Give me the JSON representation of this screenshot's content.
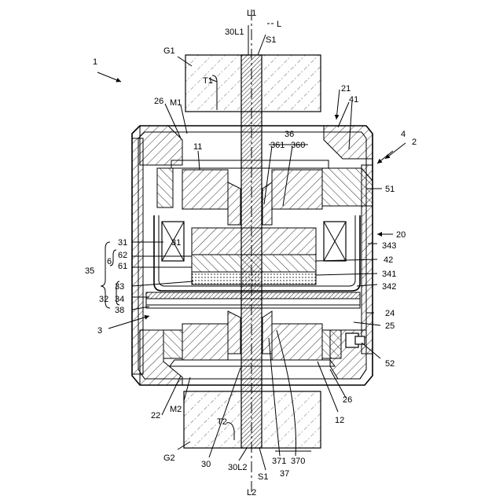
{
  "labels": {
    "L1": "L1",
    "L": "L",
    "L2": "L2",
    "n30L1": "30L1",
    "S1_top": "S1",
    "S1_bottom": "S1",
    "G1": "G1",
    "G2": "G2",
    "T1": "T1",
    "T2": "T2",
    "n1": "1",
    "n2": "2",
    "n3": "3",
    "n4": "4",
    "n6": "6",
    "n11": "11",
    "n12": "12",
    "n20": "20",
    "n21": "21",
    "n22": "22",
    "n24": "24",
    "n25": "25",
    "n26_top": "26",
    "n26_bottom": "26",
    "n30": "30",
    "n30L2": "30L2",
    "n31_left": "31",
    "n31": "31",
    "n32": "32",
    "n33": "33",
    "n34": "34",
    "n35": "35",
    "n36": "36",
    "n360": "360",
    "n361": "361",
    "n37": "37",
    "n370": "370",
    "n371": "371",
    "n38": "38",
    "n41": "41",
    "n42": "42",
    "n51": "51",
    "n52": "52",
    "n61": "61",
    "n62": "62",
    "n341": "341",
    "n342": "342",
    "n343": "343",
    "M1": "M1",
    "M2": "M2"
  }
}
